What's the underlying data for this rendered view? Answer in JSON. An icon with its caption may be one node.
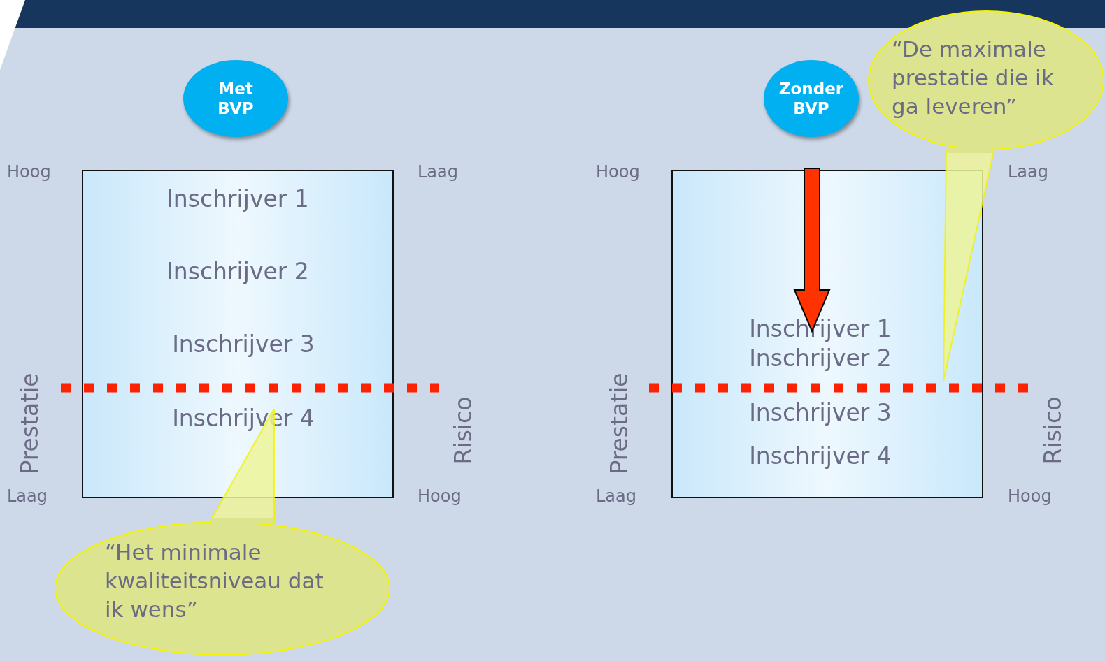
{
  "diagram": {
    "nodes": [
      {
        "text": [
          "Met BVP"
        ]
      },
      {
        "text": [
          "Inschrijver 1",
          "Inschrijver 2",
          "Inschrijver 3",
          "Inschrijver 4"
        ]
      },
      {
        "text": [
          "Zonder BVP"
        ]
      },
      {
        "text": [
          "Inschrijver 1",
          "Inschrijver 2",
          "Inschrijver 3",
          "Inschrijver 4"
        ]
      },
      {
        "text": [
          "“Het minimale kwaliteitsniveau dat ik wens”"
        ]
      },
      {
        "text": [
          "“De maximale prestatie die ik ga leveren”"
        ]
      }
    ],
    "labels": [
      "Hoog",
      "Laag",
      "Hoog",
      "Laag",
      "Prestatie",
      "Risico",
      "Prestatie",
      "Risico",
      "Laag",
      "Hoog",
      "Laag",
      "Hoog"
    ]
  }
}
